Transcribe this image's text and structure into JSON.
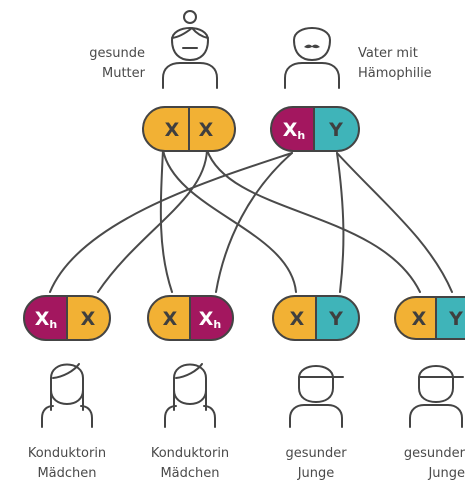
{
  "colors": {
    "yellow": "#f2b134",
    "magenta": "#a3175f",
    "teal": "#3fb4b9",
    "outline": "#444444",
    "text": "#4a4a4a"
  },
  "parents": {
    "mother": {
      "label_line1": "gesunde",
      "label_line2": "Mutter",
      "icon": "woman-hair-bun-icon",
      "alleles": [
        "X",
        "X"
      ]
    },
    "father": {
      "label_line1": "Vater mit",
      "label_line2": "Hämophilie",
      "icon": "man-mustache-icon",
      "alleles": [
        "Xh",
        "Y"
      ],
      "allele_display": {
        "xh_main": "X",
        "xh_sub": "h",
        "y": "Y"
      }
    }
  },
  "children": [
    {
      "label_line1": "Konduktorin",
      "label_line2": "Mädchen",
      "icon": "girl-long-hair-icon",
      "allele_left": {
        "main": "X",
        "sub": "h"
      },
      "allele_right": {
        "main": "X",
        "sub": ""
      }
    },
    {
      "label_line1": "Konduktorin",
      "label_line2": "Mädchen",
      "icon": "girl-long-hair-icon",
      "allele_left": {
        "main": "X",
        "sub": ""
      },
      "allele_right": {
        "main": "X",
        "sub": "h"
      }
    },
    {
      "label_line1": "gesunder",
      "label_line2": "Junge",
      "icon": "boy-cap-icon",
      "allele_left": {
        "main": "X",
        "sub": ""
      },
      "allele_right": {
        "main": "Y",
        "sub": ""
      }
    },
    {
      "label_line1": "gesunder",
      "label_line2": "Junge",
      "icon": "boy-cap-icon",
      "allele_left": {
        "main": "X",
        "sub": ""
      },
      "allele_right": {
        "main": "Y",
        "sub": ""
      }
    }
  ]
}
